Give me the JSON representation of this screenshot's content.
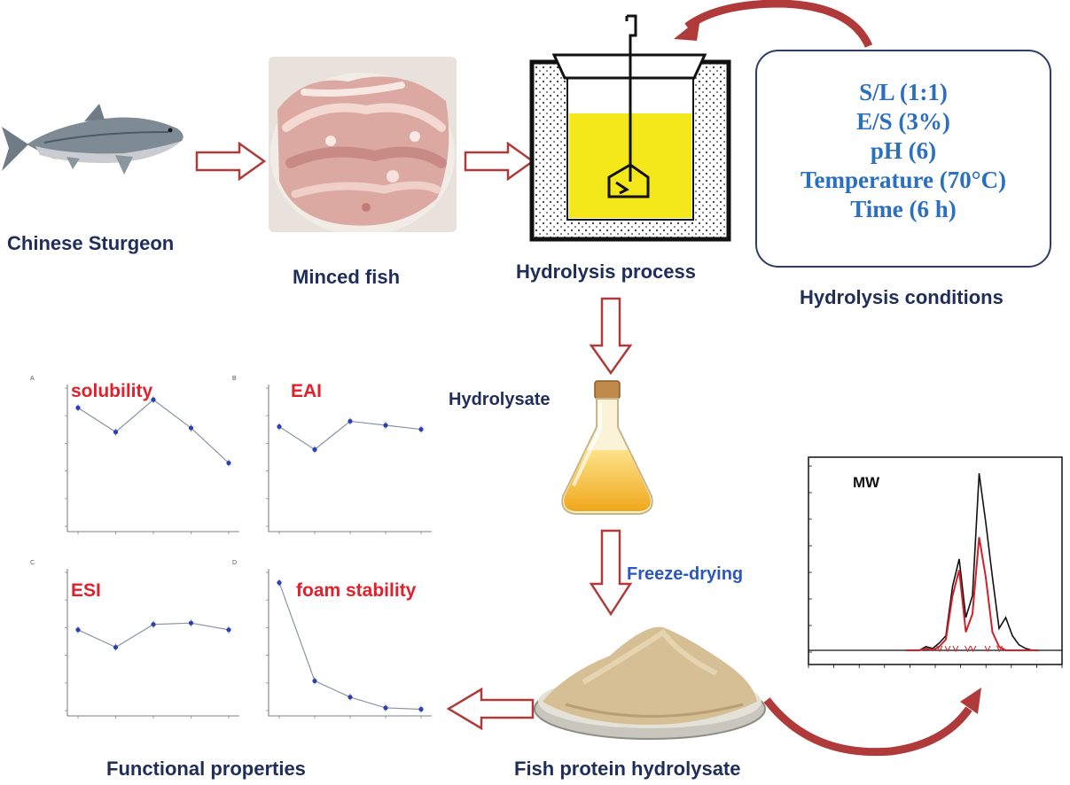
{
  "labels": {
    "chinese_sturgeon": "Chinese  Sturgeon",
    "minced_fish": "Minced  fish",
    "hydrolysis_process": "Hydrolysis process",
    "hydrolysis_conditions": "Hydrolysis conditions",
    "hydrolysate": "Hydrolysate",
    "freeze_drying": "Freeze-drying",
    "fish_protein_hydrolysate": "Fish protein  hydrolysate",
    "functional_properties": "Functional  properties"
  },
  "conditions": [
    "S/L (1:1)",
    "E/S (3%)",
    "pH (6)",
    "Temperature (70°C)",
    "Time (6 h)"
  ],
  "panels": {
    "solubility": {
      "letter": "A",
      "title": "solubility"
    },
    "eai": {
      "letter": "B",
      "title": "EAI"
    },
    "esi": {
      "letter": "C",
      "title": "ESI"
    },
    "foam": {
      "letter": "D",
      "title": "foam stability"
    },
    "mw": {
      "title": "MW"
    }
  },
  "colors": {
    "label_navy": "#1f2d5a",
    "conditions_blue": "#2a6fc0",
    "chart_title_red": "#e0202a",
    "arrow_red": "#b03a3a",
    "liquid_yellow": "#f5e81a",
    "mw_red": "#d0202a"
  },
  "chart_data": [
    {
      "type": "line",
      "title": "solubility",
      "x": [
        2,
        4,
        6,
        8,
        10
      ],
      "values": [
        88,
        70,
        94,
        73,
        47
      ],
      "ylim": [
        0,
        100
      ]
    },
    {
      "type": "line",
      "title": "EAI",
      "x": [
        2,
        4,
        6,
        8,
        10
      ],
      "values": [
        74,
        57,
        78,
        75,
        72
      ],
      "ylim": [
        0,
        100
      ]
    },
    {
      "type": "line",
      "title": "ESI",
      "x": [
        2,
        4,
        6,
        8,
        10
      ],
      "values": [
        60,
        47,
        64,
        65,
        60
      ],
      "ylim": [
        0,
        100
      ]
    },
    {
      "type": "line",
      "title": "foam stability",
      "x": [
        1,
        2,
        3,
        4,
        5
      ],
      "values": [
        95,
        22,
        10,
        2,
        1
      ],
      "ylim": [
        0,
        100
      ]
    },
    {
      "type": "line",
      "title": "MW",
      "series": [
        {
          "values": [
            0,
            0,
            0,
            2,
            1,
            4,
            8,
            35,
            50,
            18,
            30,
            97,
            70,
            40,
            12,
            18,
            8,
            3,
            1,
            0,
            0
          ]
        },
        {
          "values": [
            0,
            0,
            0,
            1,
            0,
            2,
            6,
            30,
            44,
            10,
            20,
            62,
            40,
            10,
            2,
            0,
            0,
            0,
            0,
            0,
            0
          ]
        }
      ]
    }
  ]
}
